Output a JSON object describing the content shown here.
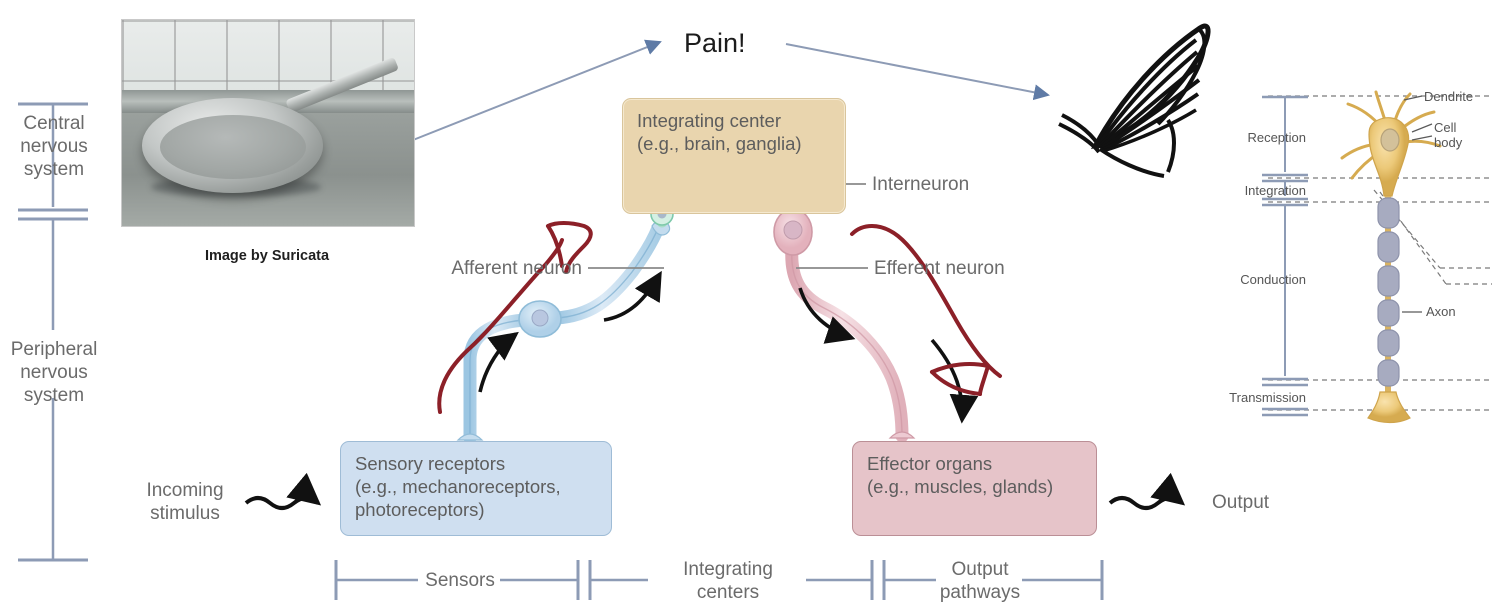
{
  "diagram": {
    "title_text": "Pain!",
    "nervous_system_axis": {
      "central_label": "Central\nnervous\nsystem",
      "peripheral_label": "Peripheral\nnervous\nsystem"
    },
    "photo_inset": {
      "caption": "Image by Suricata",
      "subject": "frying-pan"
    },
    "boxes": {
      "integrating_center": "Integrating center\n(e.g., brain, ganglia)",
      "sensory_receptors": "Sensory receptors\n(e.g., mechanoreceptors,\nphotoreceptors)",
      "effector_organs": "Effector organs\n(e.g., muscles, glands)"
    },
    "callouts": {
      "interneuron": "Interneuron",
      "afferent_neuron": "Afferent neuron",
      "efferent_neuron": "Efferent neuron"
    },
    "flow": {
      "incoming_stimulus": "Incoming\nstimulus",
      "output": "Output"
    },
    "bottom_axis": {
      "sensors": "Sensors",
      "integrating_centers": "Integrating\ncenters",
      "output_pathways": "Output\npathways"
    },
    "neuron_panel": {
      "stages": [
        "Reception",
        "Integration",
        "Conduction",
        "Transmission"
      ],
      "parts": [
        "Dendrite",
        "Cell\nbody",
        "Axon"
      ]
    },
    "colors": {
      "integrating_box_fill": "#e9d5ae",
      "sensory_box_fill": "#cfdff0",
      "effector_box_fill": "#e6c4c9",
      "afferent_neuron": "#b7d6ea",
      "efferent_neuron": "#e9bfc6",
      "interneuron": "#bfe6d6",
      "annotation_red": "#8c2028",
      "axis_blue_gray": "#8d9bb5",
      "label_gray": "#6b6b6b",
      "neuron_cell_yellow": "#e8c36a"
    }
  }
}
